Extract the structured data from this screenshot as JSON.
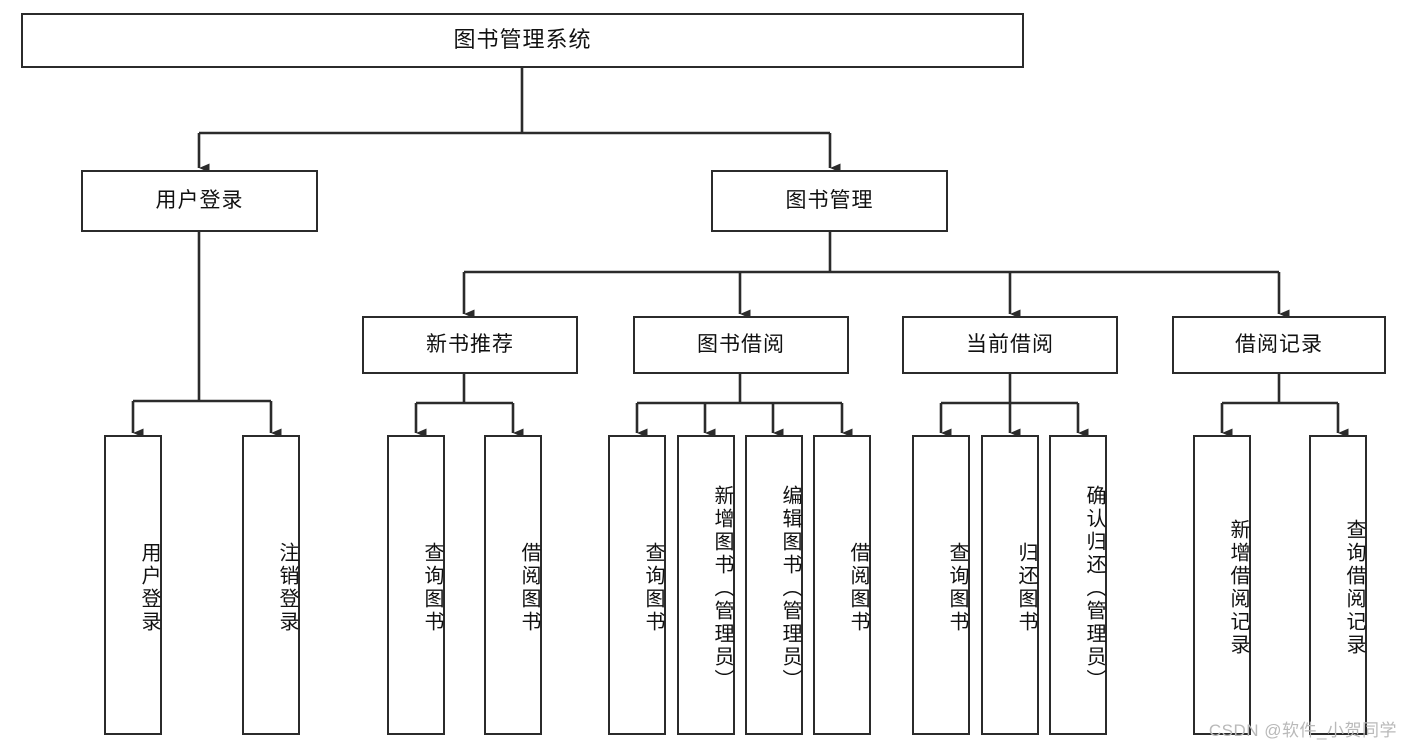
{
  "diagram": {
    "title": "图书管理系统",
    "type": "tree-hierarchy-diagram",
    "colors": {
      "box_border": "#2b2b2b",
      "box_fill": "#ffffff",
      "connector": "#2b2b2b",
      "text": "#111111",
      "watermark": "#b9b9b9",
      "background": "#ffffff"
    },
    "levels": {
      "level1": "系统",
      "level2": "模块",
      "level3": "子模块",
      "level4": "功能"
    }
  },
  "nodes": {
    "root": {
      "label": "图书管理系统",
      "orientation": "horizontal"
    },
    "level2": [
      {
        "id": "user-login",
        "label": "用户登录",
        "orientation": "horizontal"
      },
      {
        "id": "book-manage",
        "label": "图书管理",
        "orientation": "horizontal"
      }
    ],
    "level3": [
      {
        "id": "new-book-recommend",
        "label": "新书推荐",
        "orientation": "horizontal",
        "parent": "book-manage"
      },
      {
        "id": "book-borrow",
        "label": "图书借阅",
        "orientation": "horizontal",
        "parent": "book-manage"
      },
      {
        "id": "current-borrow",
        "label": "当前借阅",
        "orientation": "horizontal",
        "parent": "book-manage"
      },
      {
        "id": "borrow-record",
        "label": "借阅记录",
        "orientation": "horizontal",
        "parent": "book-manage"
      }
    ],
    "leaves": [
      {
        "id": "leaf-user-login",
        "label": "用户登录",
        "parent": "user-login",
        "orientation": "vertical"
      },
      {
        "id": "leaf-logout-login",
        "label": "注销登录",
        "parent": "user-login",
        "orientation": "vertical"
      },
      {
        "id": "leaf-query-book-1",
        "label": "查询图书",
        "parent": "new-book-recommend",
        "orientation": "vertical"
      },
      {
        "id": "leaf-borrow-book-1",
        "label": "借阅图书",
        "parent": "new-book-recommend",
        "orientation": "vertical"
      },
      {
        "id": "leaf-query-book-2",
        "label": "查询图书",
        "parent": "book-borrow",
        "orientation": "vertical"
      },
      {
        "id": "leaf-add-book",
        "label": "新增图书（管理员）",
        "parent": "book-borrow",
        "orientation": "vertical"
      },
      {
        "id": "leaf-edit-book",
        "label": "编辑图书（管理员）",
        "parent": "book-borrow",
        "orientation": "vertical"
      },
      {
        "id": "leaf-borrow-book-2",
        "label": "借阅图书",
        "parent": "book-borrow",
        "orientation": "vertical"
      },
      {
        "id": "leaf-query-book-3",
        "label": "查询图书",
        "parent": "current-borrow",
        "orientation": "vertical"
      },
      {
        "id": "leaf-return-book",
        "label": "归还图书",
        "parent": "current-borrow",
        "orientation": "vertical"
      },
      {
        "id": "leaf-confirm-return",
        "label": "确认归还（管理员）",
        "parent": "current-borrow",
        "orientation": "vertical"
      },
      {
        "id": "leaf-add-record",
        "label": "新增借阅记录",
        "parent": "borrow-record",
        "orientation": "vertical"
      },
      {
        "id": "leaf-query-record",
        "label": "查询借阅记录",
        "parent": "borrow-record",
        "orientation": "vertical"
      }
    ]
  },
  "watermark": {
    "text": "CSDN @软件_小贺同学"
  }
}
